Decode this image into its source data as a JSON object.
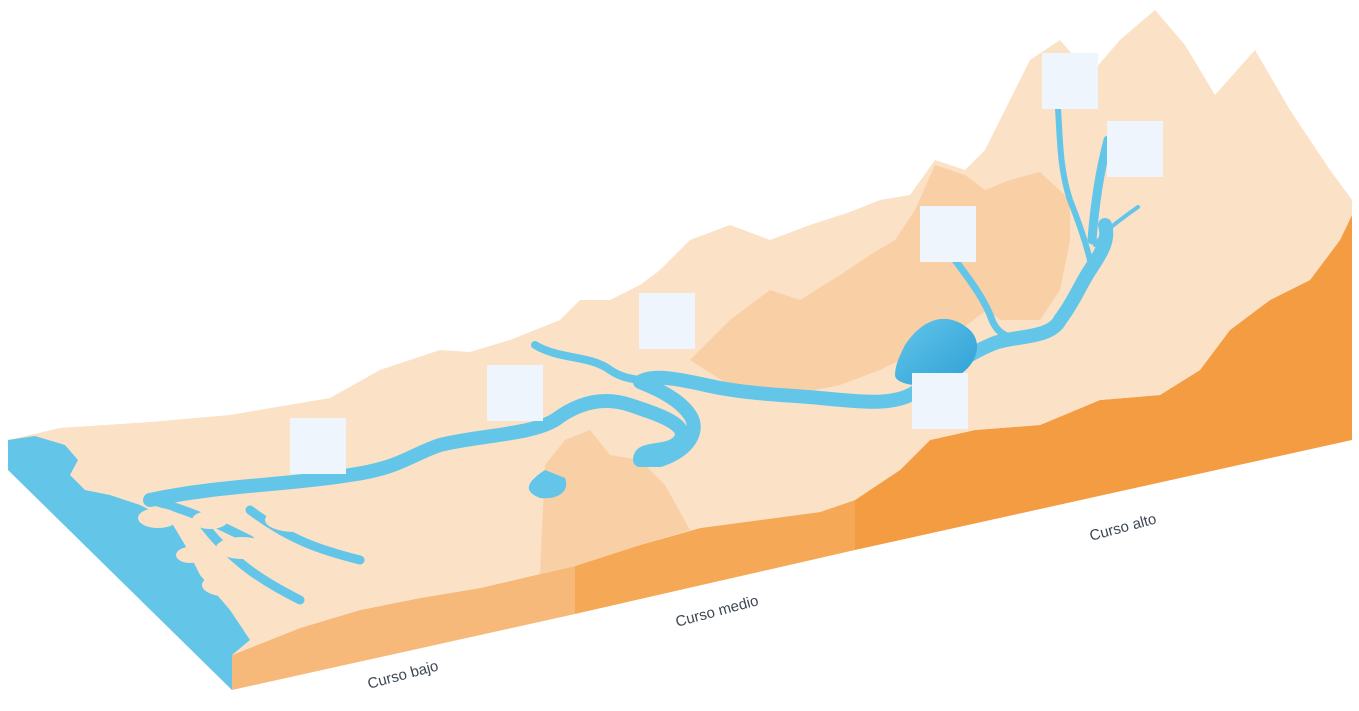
{
  "labels": {
    "lower_course": "Curso bajo",
    "middle_course": "Curso medio",
    "upper_course": "Curso alto"
  },
  "answer_boxes": [
    {
      "id": 1,
      "value": ""
    },
    {
      "id": 2,
      "value": ""
    },
    {
      "id": 3,
      "value": ""
    },
    {
      "id": 4,
      "value": ""
    },
    {
      "id": 5,
      "value": ""
    },
    {
      "id": 6,
      "value": ""
    },
    {
      "id": 7,
      "value": ""
    }
  ],
  "colors": {
    "terrain_light": "#fbe1c6",
    "terrain_mid": "#f9cfa6",
    "cliff_lower": "#f7b97a",
    "cliff_middle": "#f5a855",
    "cliff_upper": "#f39c42",
    "water": "#63c6e9",
    "water_deep": "#2d9fd6",
    "answer_box": "#eef5fc",
    "label_text": "#3d4753"
  }
}
